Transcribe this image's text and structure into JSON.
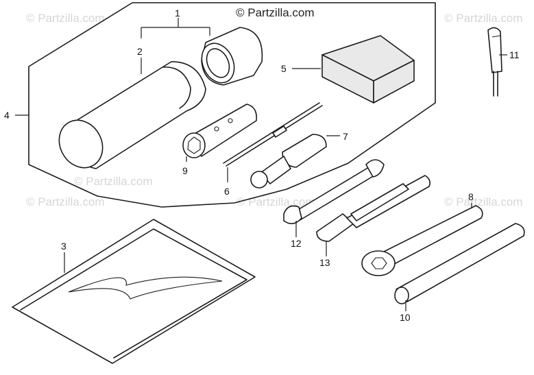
{
  "watermark": {
    "top": "© Partzilla.com",
    "faint": "© Partzilla.com"
  },
  "callouts": {
    "c1": "1",
    "c2": "2",
    "c3": "3",
    "c4": "4",
    "c5": "5",
    "c6": "6",
    "c7": "7",
    "c8": "8",
    "c9": "9",
    "c10": "10",
    "c11": "11",
    "c12": "12",
    "c13": "13"
  }
}
